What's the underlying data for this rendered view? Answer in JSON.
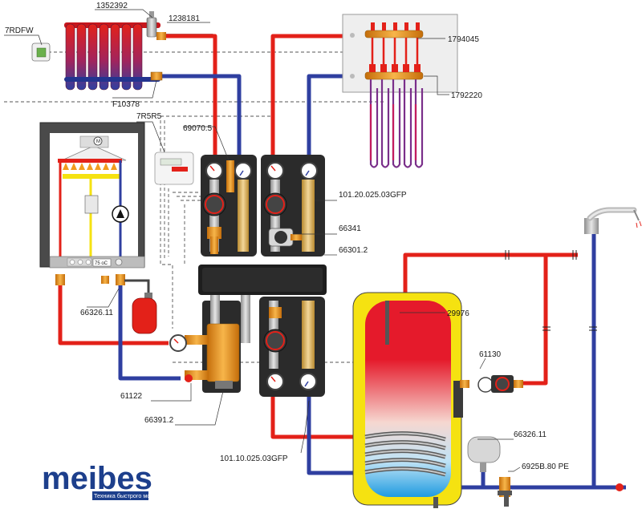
{
  "boiler": {
    "brand": "Meibes",
    "temp_display": "75 oC",
    "motor_symbol": "M"
  },
  "labels": {
    "radiator_valve": "1352392",
    "radiator_fitting": "1238181",
    "room_thermostat": "7RDFW",
    "radiator_return": "F10378",
    "controller": "7R5R5",
    "floor_manifold_top": "1794045",
    "floor_manifold_bottom": "1792220",
    "pump_group_valve": "69070.5",
    "pump_group_direct": "101.20.025.03GFP",
    "mixer": "66341",
    "distributor": "66301.2",
    "exp_vessel_boiler": "66326.11",
    "boiler_valve": "61122",
    "hydraulic_separator": "66391.2",
    "pump_group_return": "101.10.025.03GFP",
    "tank": "29976",
    "circ_pump": "61130",
    "exp_vessel_tank": "66326.11",
    "safety_group": "6925B.80 PE"
  },
  "logo": {
    "name": "meibes",
    "slogan": "Техника быстрого монтажа"
  },
  "colors": {
    "hot": "#e32119",
    "cold": "#2f3fa0",
    "brand": "#1d3f8c",
    "brass": "#f29b1d",
    "tank_jacket": "#f5e211"
  }
}
